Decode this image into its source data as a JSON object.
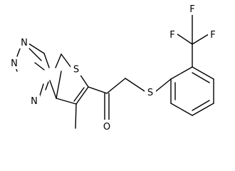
{
  "structure": {
    "atoms": {
      "s_ring": "S",
      "n_top": "N",
      "n_mid": "N",
      "n_bridge": "N",
      "o_carbonyl": "O",
      "s_thioether": "S",
      "f_left": "F",
      "f_top": "F",
      "f_right": "F"
    }
  },
  "colors": {
    "bond": "#000000",
    "text": "#000000",
    "background": "#ffffff"
  }
}
